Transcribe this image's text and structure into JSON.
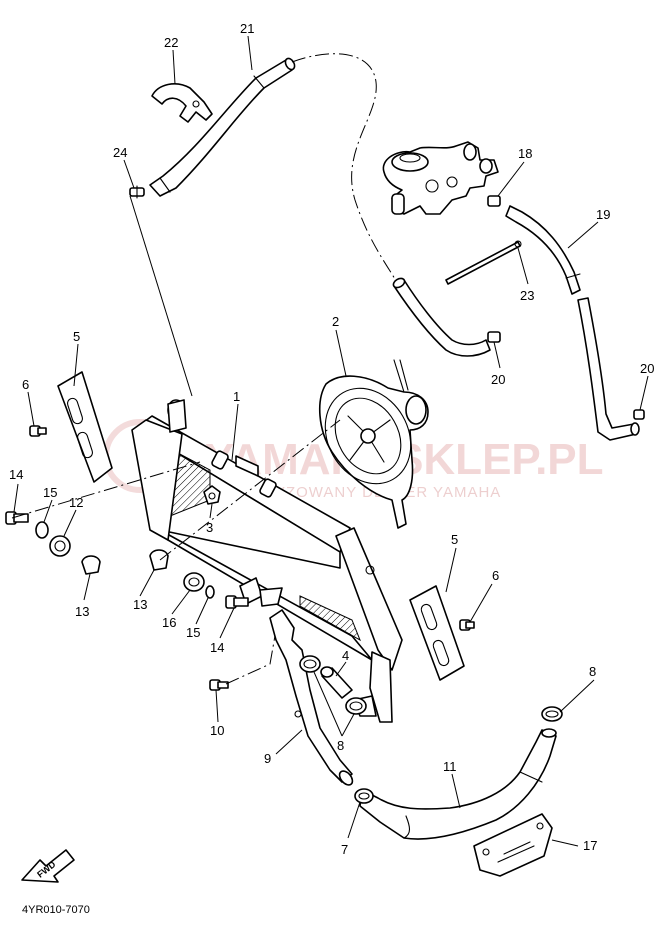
{
  "diagram": {
    "code": "4YR010-7070",
    "fwd_label": "FWD",
    "watermark": {
      "brand": "YAMAHASKLEP.PL",
      "tagline": "AUTORYZOWANY DEALER YAMAHA"
    },
    "callouts": [
      {
        "id": "c22",
        "label": "22"
      },
      {
        "id": "c21",
        "label": "21"
      },
      {
        "id": "c24",
        "label": "24"
      },
      {
        "id": "c18",
        "label": "18"
      },
      {
        "id": "c19",
        "label": "19"
      },
      {
        "id": "c23",
        "label": "23"
      },
      {
        "id": "c2",
        "label": "2"
      },
      {
        "id": "c20a",
        "label": "20"
      },
      {
        "id": "c20b",
        "label": "20"
      },
      {
        "id": "c5a",
        "label": "5"
      },
      {
        "id": "c6a",
        "label": "6"
      },
      {
        "id": "c1",
        "label": "1"
      },
      {
        "id": "c14a",
        "label": "14"
      },
      {
        "id": "c15a",
        "label": "15"
      },
      {
        "id": "c12",
        "label": "12"
      },
      {
        "id": "c3",
        "label": "3"
      },
      {
        "id": "c13a",
        "label": "13"
      },
      {
        "id": "c5b",
        "label": "5"
      },
      {
        "id": "c6b",
        "label": "6"
      },
      {
        "id": "c13b",
        "label": "13"
      },
      {
        "id": "c16",
        "label": "16"
      },
      {
        "id": "c15b",
        "label": "15"
      },
      {
        "id": "c14b",
        "label": "14"
      },
      {
        "id": "c4",
        "label": "4"
      },
      {
        "id": "c8a",
        "label": "8"
      },
      {
        "id": "c10",
        "label": "10"
      },
      {
        "id": "c8b",
        "label": "8"
      },
      {
        "id": "c9",
        "label": "9"
      },
      {
        "id": "c11",
        "label": "11"
      },
      {
        "id": "c7",
        "label": "7"
      },
      {
        "id": "c17",
        "label": "17"
      }
    ]
  }
}
